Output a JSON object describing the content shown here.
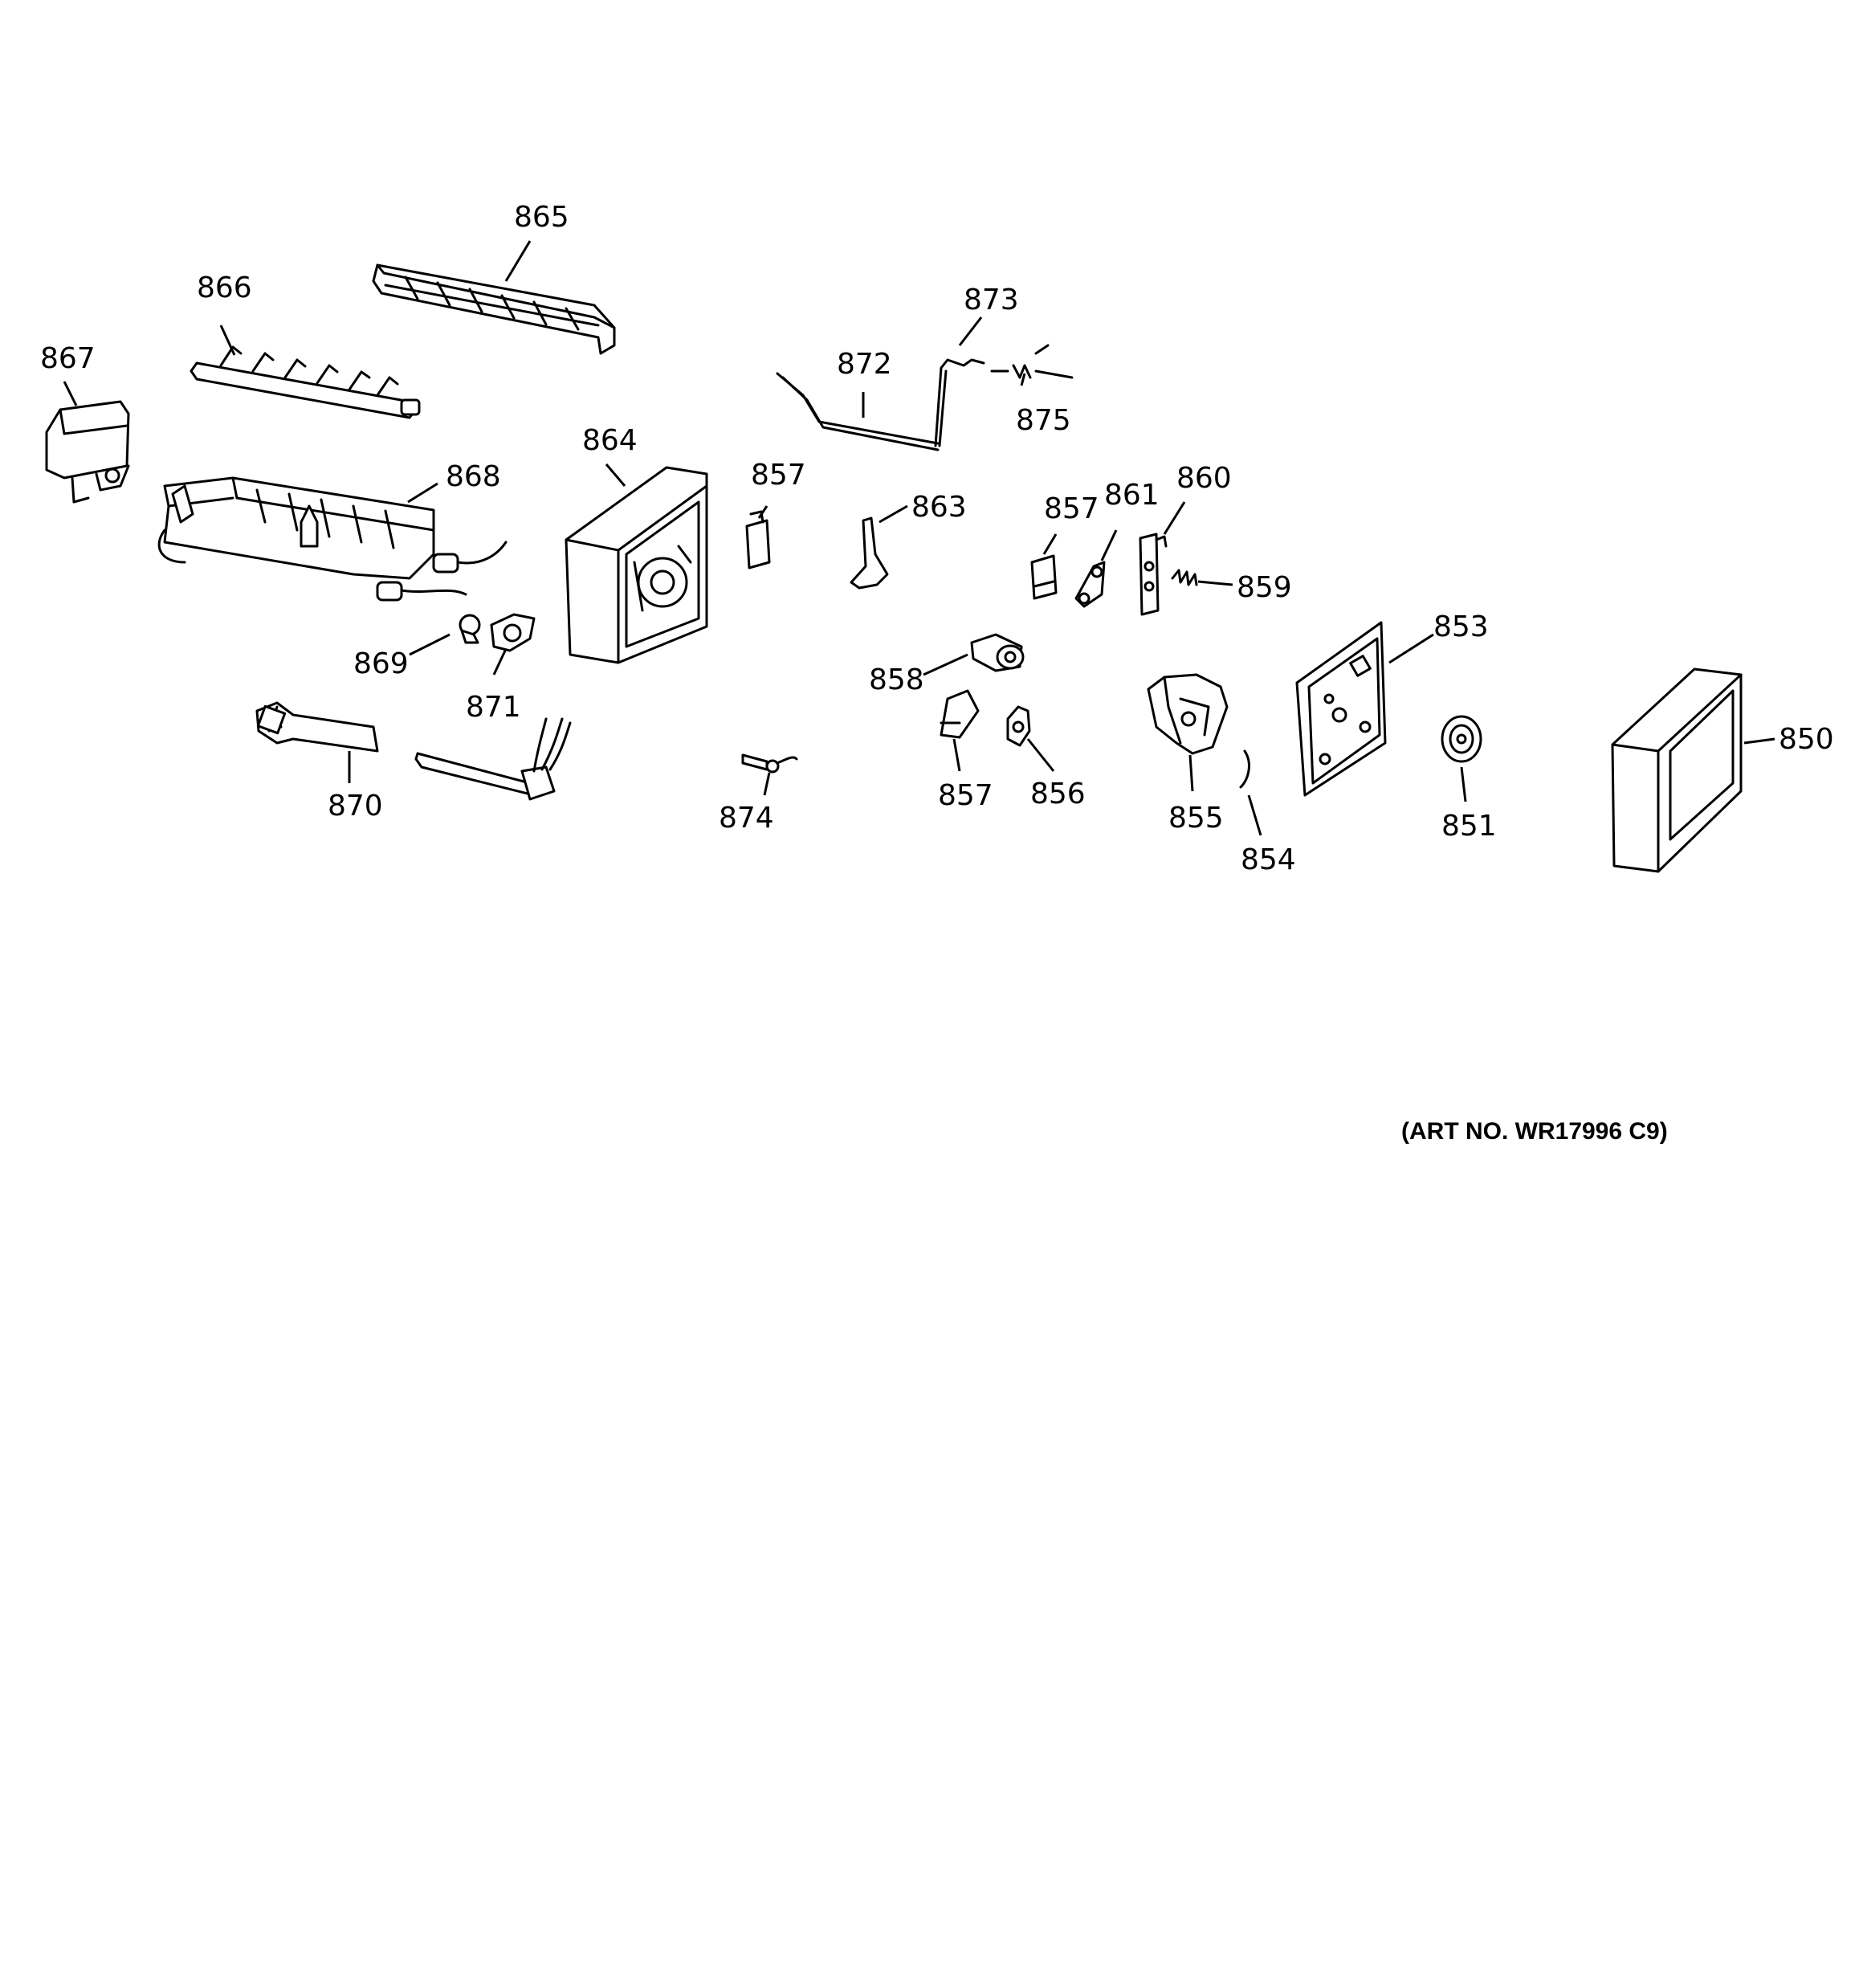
{
  "diagram": {
    "art_number": "(ART NO. WR17996 C9)",
    "callouts": {
      "c850": "850",
      "c851": "851",
      "c853": "853",
      "c854": "854",
      "c855": "855",
      "c856": "856",
      "c857a": "857",
      "c857b": "857",
      "c857c": "857",
      "c858": "858",
      "c859": "859",
      "c860": "860",
      "c861": "861",
      "c863": "863",
      "c864": "864",
      "c865": "865",
      "c866": "866",
      "c867": "867",
      "c868": "868",
      "c869": "869",
      "c870": "870",
      "c871": "871",
      "c872": "872",
      "c873": "873",
      "c874": "874",
      "c875": "875"
    }
  }
}
